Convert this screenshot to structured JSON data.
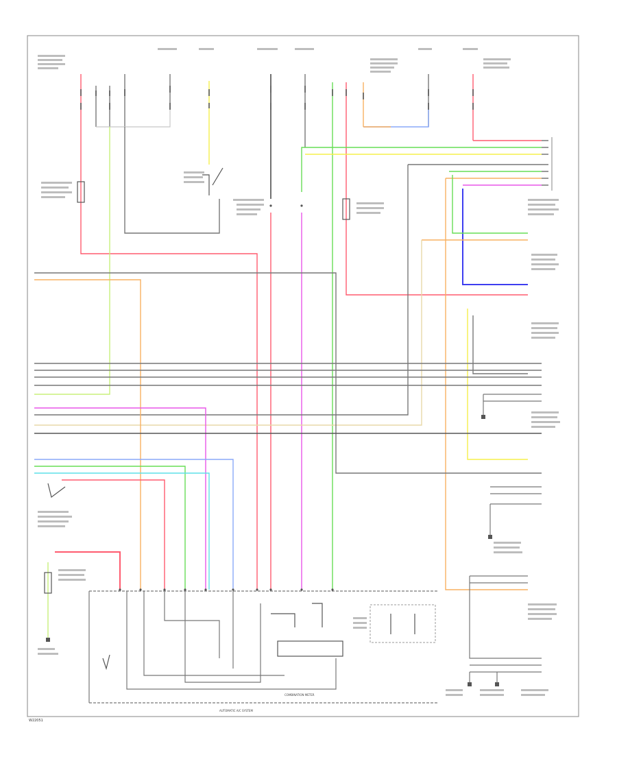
{
  "diagram": {
    "bottom_label": "AUTOMATIC A/C SYSTEM",
    "center_label": "COMBINATION METER",
    "footer_code": "W22051"
  },
  "wire_colors": {
    "red": "#ff5a6e",
    "yellow": "#f6f04a",
    "green": "#66dd55",
    "light_green": "#c8f07a",
    "blue": "#3d3df0",
    "light_blue": "#8aa8f8",
    "magenta": "#e855e8",
    "orange": "#f8b060",
    "cyan": "#5ce0e8",
    "gray": "#777777",
    "dark": "#333333",
    "light_gray": "#c8c8c8",
    "tan": "#e8d8a8"
  },
  "icons": {
    "ground": "ground-icon",
    "switch": "switch-icon",
    "sensor": "sensor-icon",
    "connector": "connector-icon"
  }
}
